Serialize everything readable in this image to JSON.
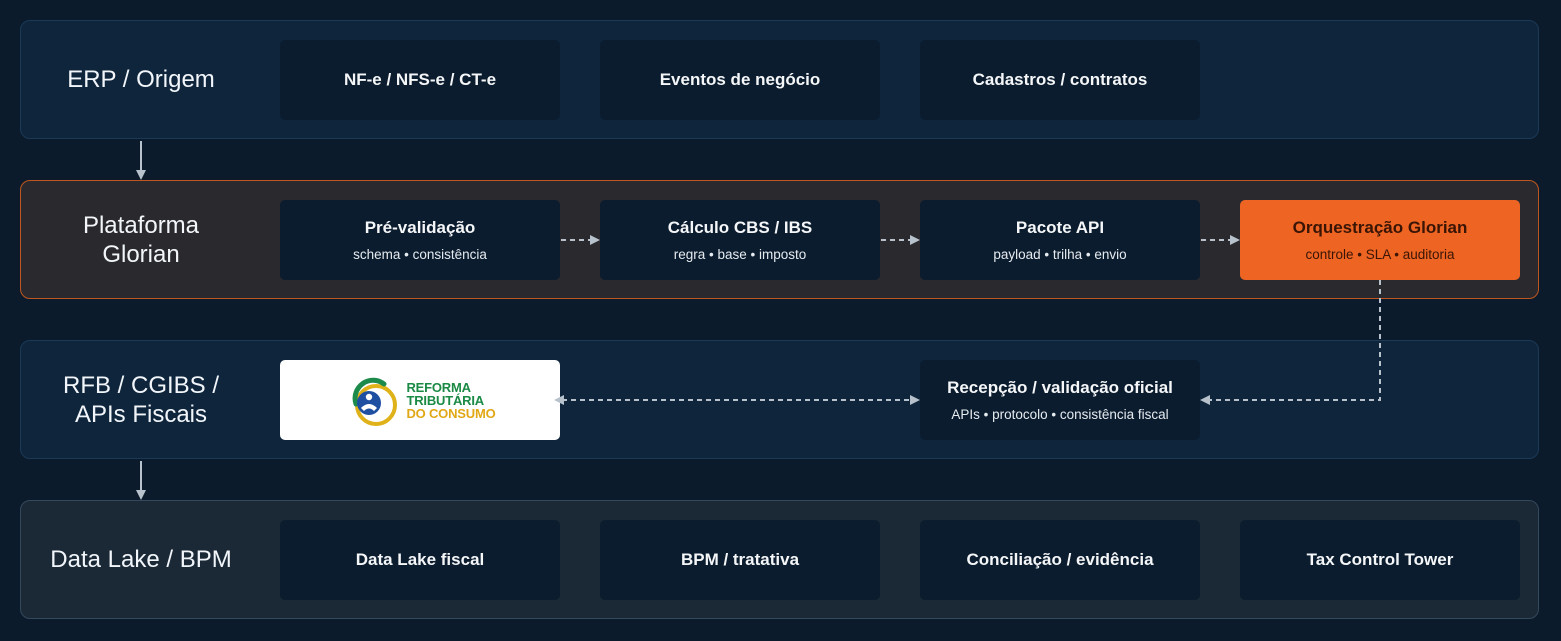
{
  "lanes": {
    "erp": {
      "label": "ERP / Origem",
      "boxes": [
        "NF-e / NFS-e / CT-e",
        "Eventos de negócio",
        "Cadastros / contratos"
      ]
    },
    "plataforma": {
      "label": "Plataforma\nGlorian",
      "steps": [
        {
          "title": "Pré-validação",
          "sub": "schema • consistência"
        },
        {
          "title": "Cálculo CBS / IBS",
          "sub": "regra • base • imposto"
        },
        {
          "title": "Pacote API",
          "sub": "payload • trilha • envio"
        },
        {
          "title": "Orquestração Glorian",
          "sub": "controle • SLA • auditoria"
        }
      ]
    },
    "rfb": {
      "label": "RFB / CGIBS /\nAPIs Fiscais",
      "logo": {
        "line1": "REFORMA",
        "line2": "TRIBUTÁRIA",
        "line3": "DO CONSUMO"
      },
      "reception": {
        "title": "Recepção / validação oficial",
        "sub": "APIs • protocolo • consistência fiscal"
      }
    },
    "datalake": {
      "label": "Data Lake / BPM",
      "boxes": [
        "Data Lake fiscal",
        "BPM / tratativa",
        "Conciliação / evidência",
        "Tax Control Tower"
      ]
    }
  },
  "colors": {
    "background": "#0b1b2b",
    "accent_orange": "#ed6423",
    "arrow": "#b8c2cc"
  }
}
